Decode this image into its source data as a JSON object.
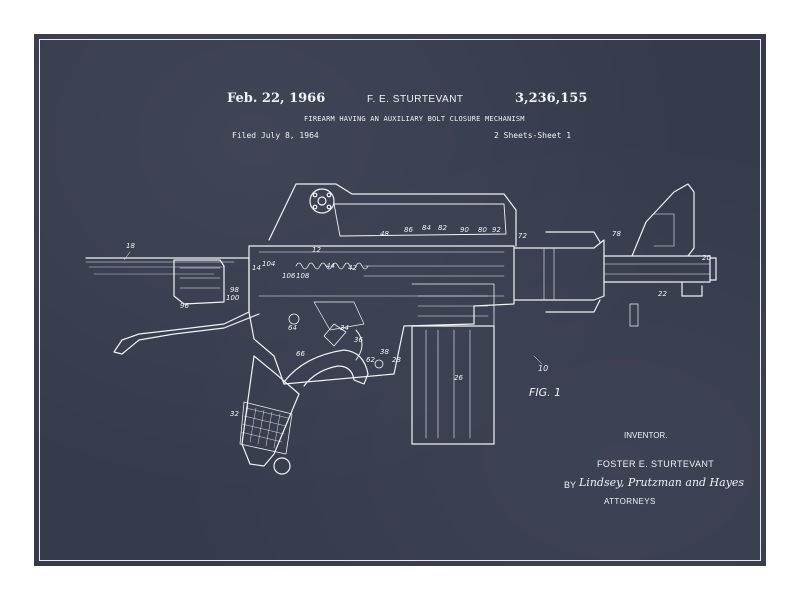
{
  "patent": {
    "date": "Feb. 22, 1966",
    "inventor_header": "F. E. STURTEVANT",
    "patent_number": "3,236,155",
    "title": "FIREARM HAVING AN AUXILIARY BOLT CLOSURE MECHANISM",
    "filed": "Filed July 8, 1964",
    "sheets": "2 Sheets-Sheet 1"
  },
  "figure": {
    "label": "FIG. 1",
    "ref_main": "10",
    "ref_labels": [
      "18",
      "14",
      "96",
      "98",
      "100",
      "104",
      "106",
      "108",
      "12",
      "44",
      "42",
      "48",
      "86",
      "84",
      "82",
      "90",
      "80",
      "92",
      "72",
      "78",
      "20",
      "22",
      "64",
      "66",
      "34",
      "36",
      "38",
      "28",
      "62",
      "26",
      "32"
    ]
  },
  "signature": {
    "inventor_label": "INVENTOR.",
    "inventor_name": "FOSTER E. STURTEVANT",
    "by": "BY",
    "attorney_names": "Lindsey, Prutzman and Hayes",
    "attorneys_label": "ATTORNEYS"
  },
  "colors": {
    "background": "#363b4c",
    "ink": "#f1f2f5",
    "mat": "#ffffff"
  }
}
